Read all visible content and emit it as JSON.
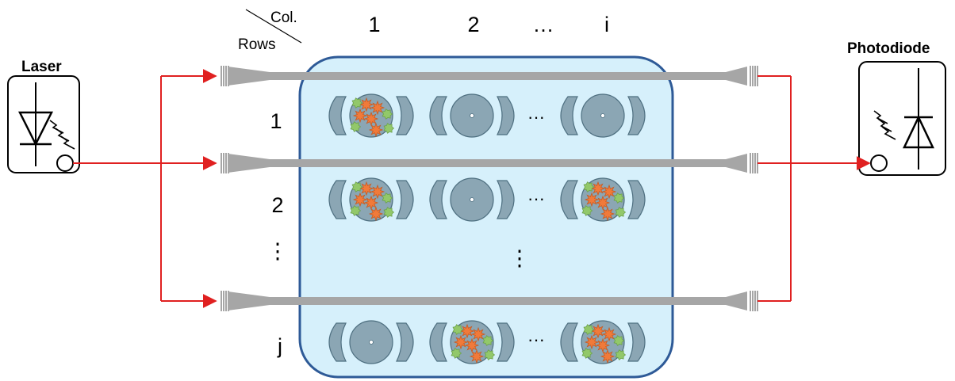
{
  "header": {
    "col_label": "Col.",
    "rows_label": "Rows",
    "columns": [
      "1",
      "2",
      "…",
      "i"
    ]
  },
  "row_labels": [
    "1",
    "2",
    "⋮",
    "j"
  ],
  "source": {
    "label": "Laser"
  },
  "detector": {
    "label": "Photodiode"
  },
  "grid": {
    "rows": [
      {
        "row": "1",
        "cells": [
          "loaded",
          "empty",
          "ellipsis",
          "empty"
        ]
      },
      {
        "row": "2",
        "cells": [
          "loaded",
          "empty",
          "ellipsis",
          "loaded"
        ]
      },
      {
        "row": "j",
        "cells": [
          "empty",
          "loaded",
          "ellipsis",
          "loaded"
        ]
      }
    ],
    "vertical_ellipsis": "⋮",
    "horizontal_ellipsis": "···"
  },
  "colors": {
    "chip_fill": "#d6f0fb",
    "chip_border": "#2e5a97",
    "waveguide": "#a6a6a6",
    "resonator": "#8ba6b4",
    "signal_path": "#e02020",
    "particle_orange": "#f07a3a",
    "particle_green": "#92c86a"
  }
}
